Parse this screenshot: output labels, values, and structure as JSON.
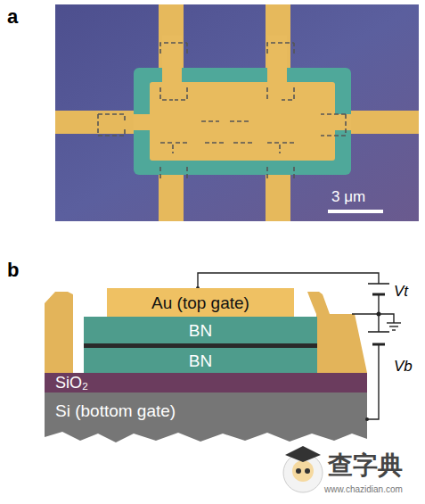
{
  "diagram": {
    "nodes": [
      {
        "text": [
          "Au (top gate)"
        ]
      },
      {
        "text": [
          "BN"
        ]
      },
      {
        "text": [
          "BN"
        ]
      },
      {
        "text": [
          "SiO₂"
        ]
      },
      {
        "text": [
          "Si (bottom gate)"
        ]
      }
    ],
    "labels": [
      "a",
      "3 μm",
      "b",
      "Vt",
      "Vb",
      "查字典",
      "www.chazidian.com"
    ]
  }
}
